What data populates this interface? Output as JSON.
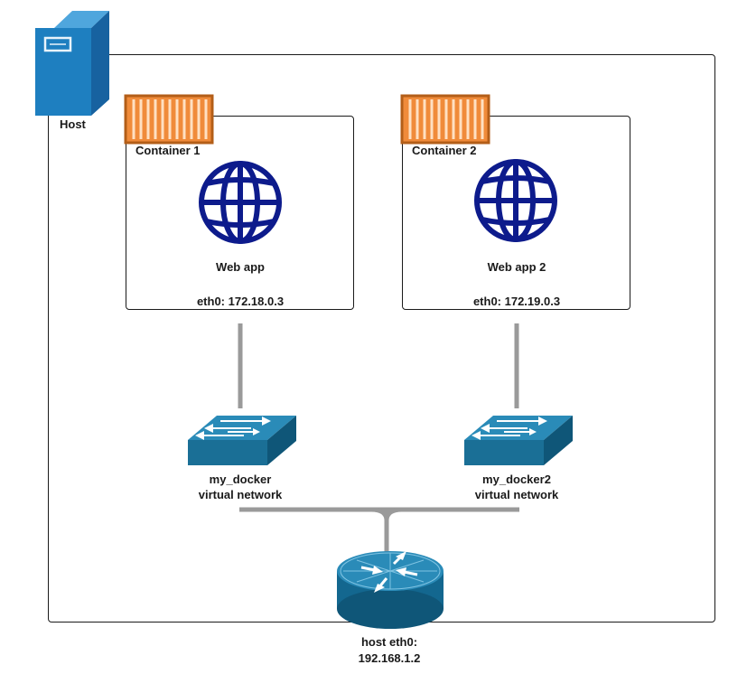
{
  "host": {
    "label": "Host"
  },
  "containers": [
    {
      "title": "Container 1",
      "app": "Web app",
      "ip": "eth0: 172.18.0.3"
    },
    {
      "title": "Container 2",
      "app": "Web app 2",
      "ip": "eth0: 172.19.0.3"
    }
  ],
  "networks": [
    {
      "name": "my_docker",
      "sub": "virtual network"
    },
    {
      "name": "my_docker2",
      "sub": "virtual network"
    }
  ],
  "router": {
    "line1": "host eth0:",
    "line2": "192.168.1.2"
  },
  "colors": {
    "server_blue": "#1E7FC0",
    "container_orange": "#F08B3A",
    "globe_navy": "#0D1B8C",
    "switch_teal": "#1A6F96",
    "router_teal": "#13678F",
    "connector_gray": "#9A9A9A",
    "outline_black": "#1A1A1A"
  },
  "icons": [
    "server-icon",
    "shipping-container-icon",
    "globe-icon",
    "network-switch-icon",
    "router-icon"
  ]
}
